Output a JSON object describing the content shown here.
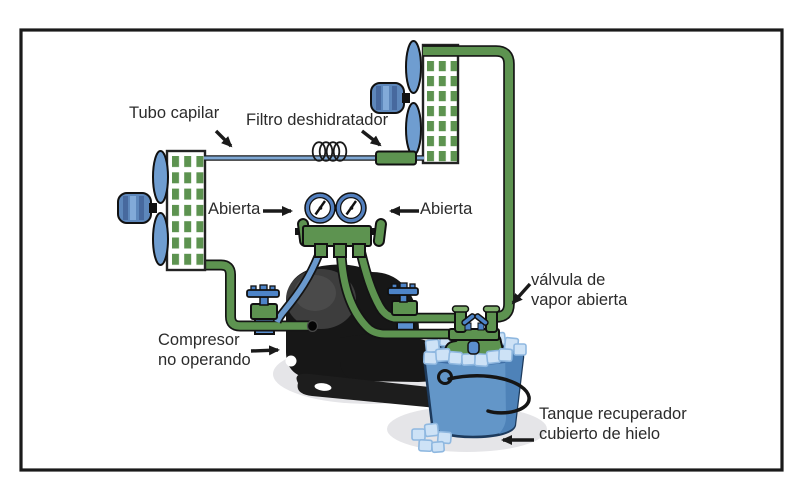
{
  "diagram": {
    "labels": {
      "tubo_capilar": "Tubo capilar",
      "filtro_deshidratador": "Filtro deshidratador",
      "abierta_left": "Abierta",
      "abierta_right": "Abierta",
      "valvula_vapor_line1": "válvula de",
      "valvula_vapor_line2": "vapor abierta",
      "compresor_line1": "Compresor",
      "compresor_line2": "no operando",
      "tanque_line1": "Tanque recuperador",
      "tanque_line2": "cubierto de hielo"
    },
    "colors": {
      "pipe_green": "#5d9350",
      "pipe_green_light": "#7fb06c",
      "capillary_blue": "#7fa8d4",
      "refrigerant_blue": "#6a99cd",
      "steel_blue": "#527fbe",
      "handle_blue": "#4d84c8",
      "valve_blue": "#5b8fd0",
      "fan_blue": "#6f9dd0",
      "motor_blue": "#5d87bb",
      "motor_stripe_dark": "#47699e",
      "motor_stripe_light": "#82aad8",
      "tank_blue": "#6396c8",
      "tank_blue_dark": "#4e82b8",
      "ice_fill": "#cde2f6",
      "ice_stroke": "#8fb8e0",
      "compressor_black": "#171717",
      "shadow_gray": "#e5e5e8",
      "outline": "#1a1a1a",
      "text_color": "#2b2b2b"
    }
  }
}
